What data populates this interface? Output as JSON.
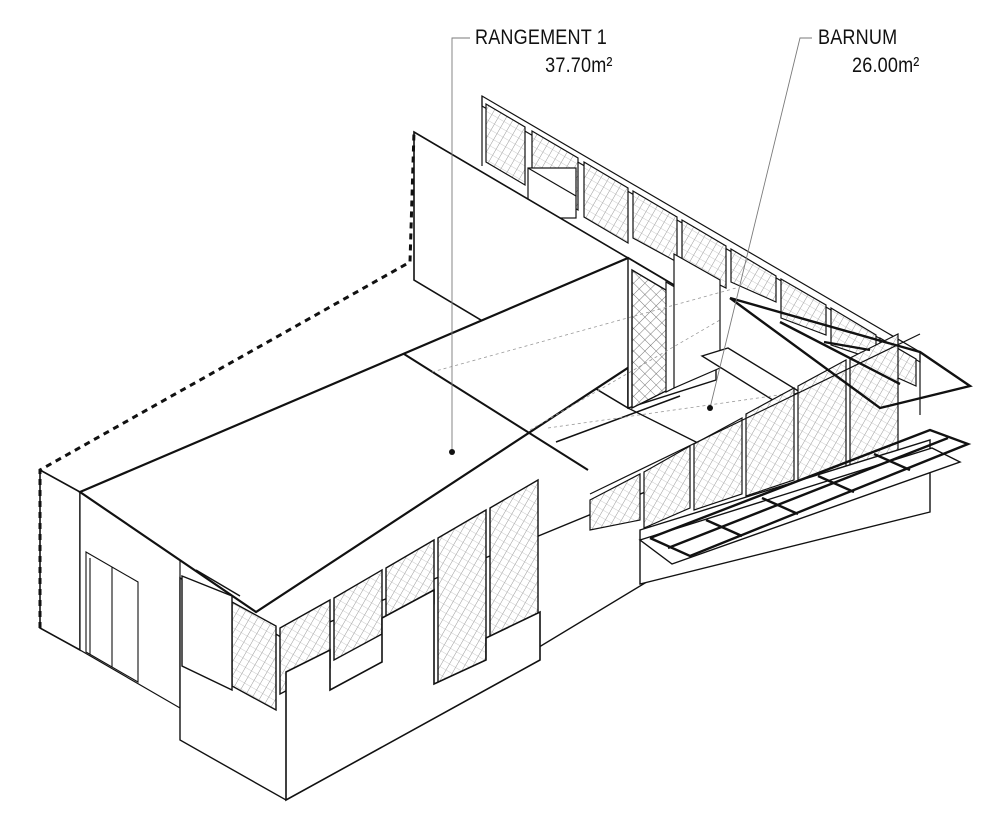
{
  "diagram": {
    "rooms": [
      {
        "name": "RANGEMENT 1",
        "area": "37.70",
        "unit": "m²"
      },
      {
        "name": "BARNUM",
        "area": "26.00",
        "unit": "m²"
      }
    ],
    "colors": {
      "line": "#111111",
      "hatch": "#9a9a9a",
      "leader": "#7a7a7a",
      "background": "#ffffff"
    }
  }
}
